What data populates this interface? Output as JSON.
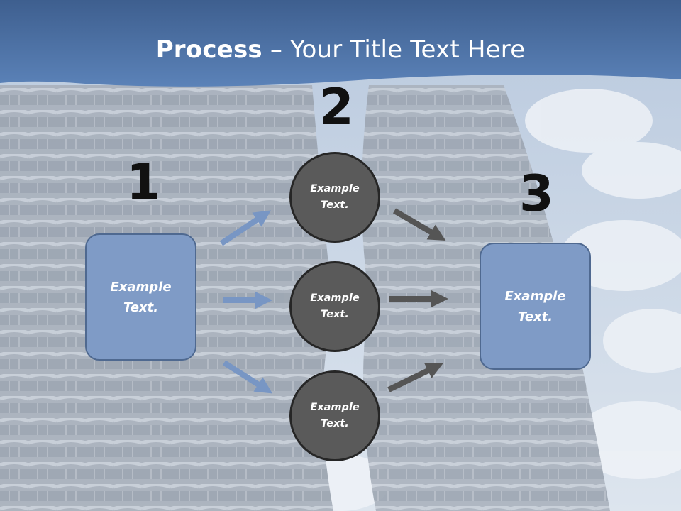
{
  "header": {
    "title_bold": "Process",
    "title_rest": " – Your Title Text Here"
  },
  "colors": {
    "header_blue": "#4a6fa3",
    "box_fill": "#7f9bc6",
    "circle_fill": "#5a5a5a",
    "blue_arrow": "#7896c4",
    "gray_arrow": "#555555"
  },
  "steps": [
    {
      "number": "1"
    },
    {
      "number": "2"
    },
    {
      "number": "3"
    }
  ],
  "boxes": {
    "left": "Example\nText.",
    "right": "Example\nText."
  },
  "circles": [
    {
      "text": "Example\nText."
    },
    {
      "text": "Example\nText."
    },
    {
      "text": "Example\nText."
    }
  ]
}
